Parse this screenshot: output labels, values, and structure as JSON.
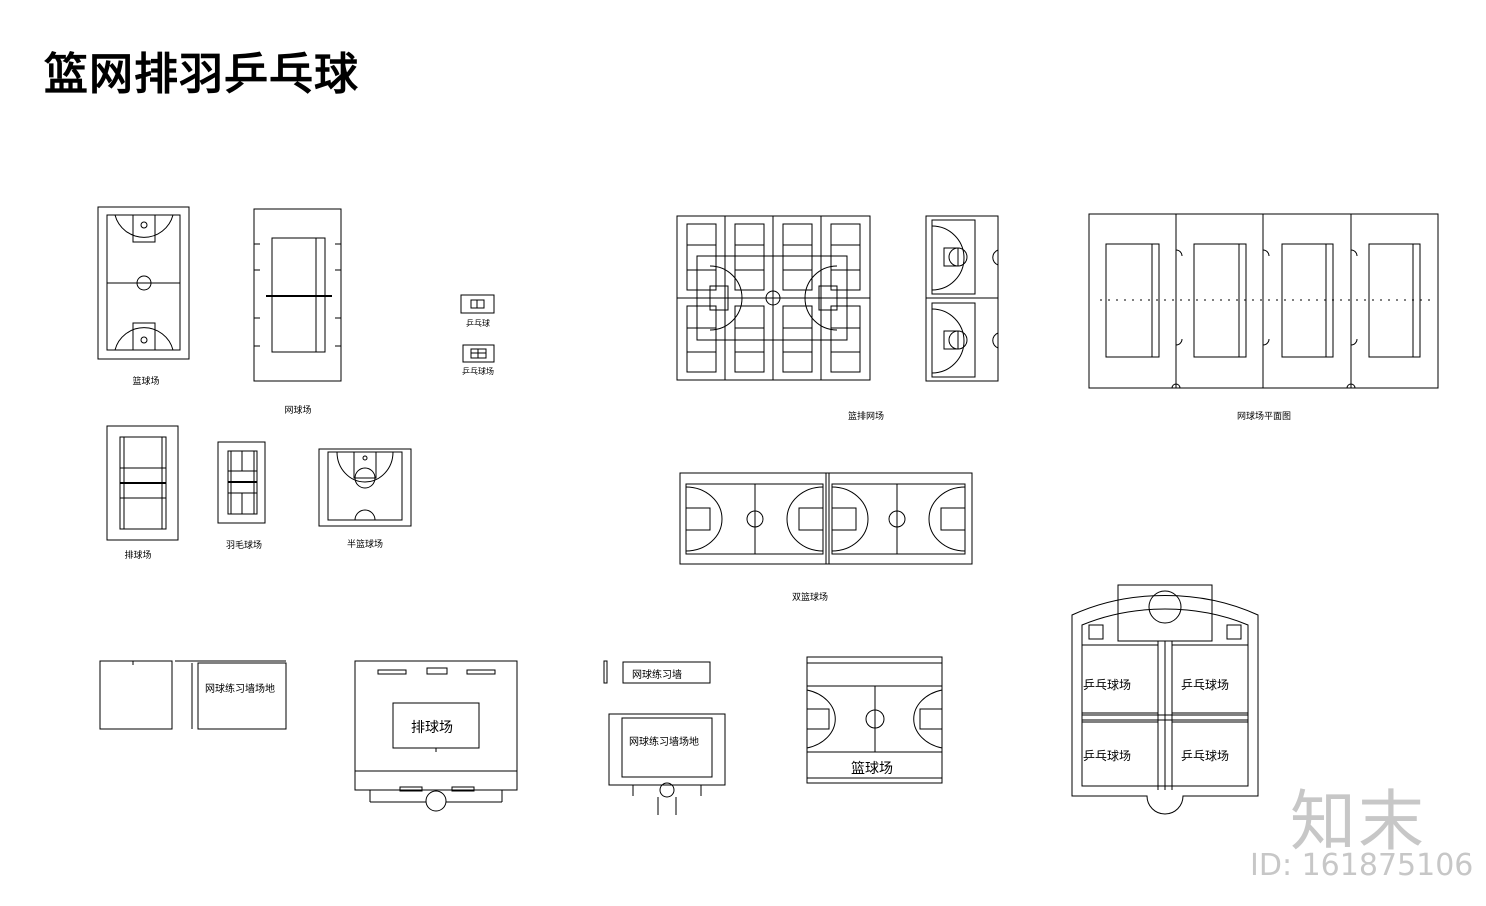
{
  "sheet": {
    "title": "篮网排羽乒乓球"
  },
  "labels": {
    "basketball_court": "篮球场",
    "tennis_court": "网球场",
    "pingpong_table": "乒乓球",
    "pingpong_court": "乒乓球场",
    "basketball_combo": "篮排网场",
    "tennis_plan": "网球场平面图",
    "volleyball_court": "排球场",
    "badminton_court": "羽毛球场",
    "half_basketball": "半篮球场",
    "double_basketball": "双篮球场",
    "tennis_training_a": "网球练习墙场地",
    "volleyball_field": "排球场",
    "tennis_training_b": "网球练习墙",
    "tennis_training_c": "网球练习墙场地",
    "basketball_field": "篮球场",
    "pingpong_hall_1": "乒乓球场",
    "pingpong_hall_2": "乒乓球场",
    "pingpong_hall_3": "乒乓球场",
    "pingpong_hall_4": "乒乓球场"
  },
  "watermark": {
    "logo": "知末",
    "id": "ID: 161875106"
  }
}
